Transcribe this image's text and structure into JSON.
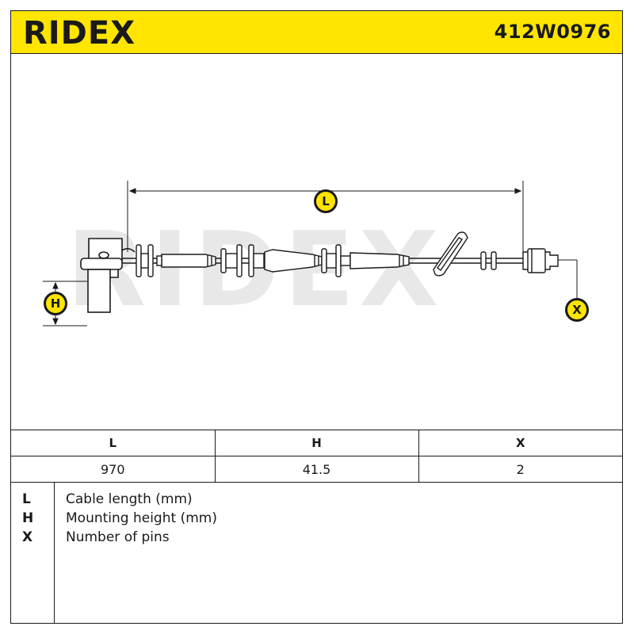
{
  "header": {
    "brand": "RIDEX",
    "part_number": "412W0976",
    "colors": {
      "accent": "#ffe500",
      "ink": "#1a1a1a",
      "watermark": "#e6e6e6"
    }
  },
  "drawing": {
    "watermark_text": "RIDEX",
    "callouts": {
      "length": "L",
      "height": "H",
      "pins": "X"
    }
  },
  "dimensions": {
    "headers": [
      "L",
      "H",
      "X"
    ],
    "values": [
      "970",
      "41.5",
      "2"
    ]
  },
  "legend": [
    {
      "key": "L",
      "description": "Cable length (mm)"
    },
    {
      "key": "H",
      "description": "Mounting height (mm)"
    },
    {
      "key": "X",
      "description": "Number of pins"
    }
  ]
}
